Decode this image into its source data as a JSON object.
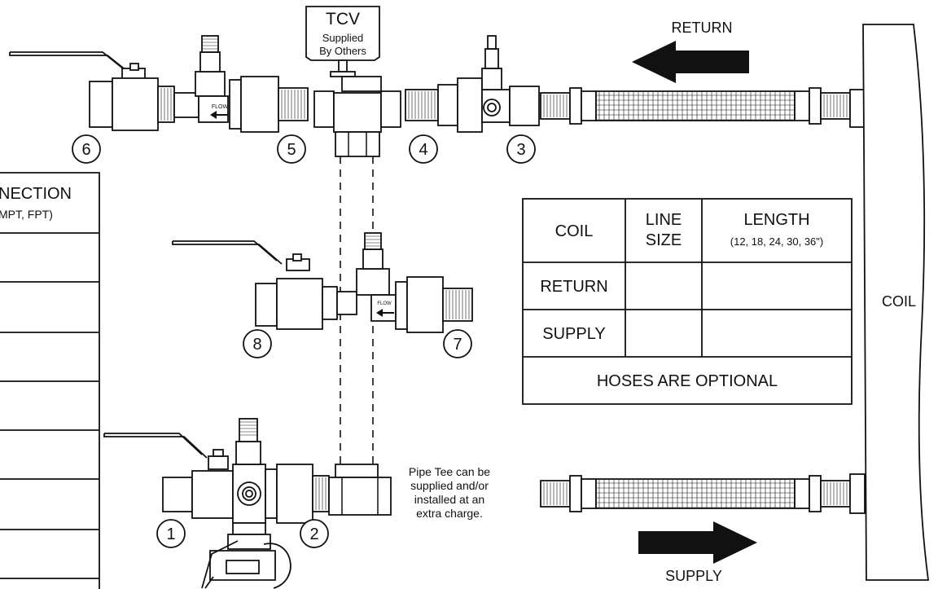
{
  "tcv": {
    "title": "TCV",
    "sub1": "Supplied",
    "sub2": "By Others"
  },
  "arrows": {
    "return": "RETURN",
    "supply": "SUPPLY"
  },
  "left_table": {
    "header1": "NECTION",
    "header2": "MPT, FPT)"
  },
  "numbers": [
    "1",
    "2",
    "3",
    "4",
    "5",
    "6",
    "7",
    "8"
  ],
  "flow_label": "FLOW",
  "coil_label": "COIL",
  "note": [
    "Pipe Tee can be",
    "supplied and/or",
    "installed at an",
    "extra charge."
  ],
  "table": {
    "h_coil": "COIL",
    "h_line1": "LINE",
    "h_line2": "SIZE",
    "h_len": "LENGTH",
    "h_len_sub": "(12, 18, 24, 30, 36\")",
    "row_return": "RETURN",
    "row_supply": "SUPPLY",
    "footer": "HOSES ARE OPTIONAL"
  }
}
